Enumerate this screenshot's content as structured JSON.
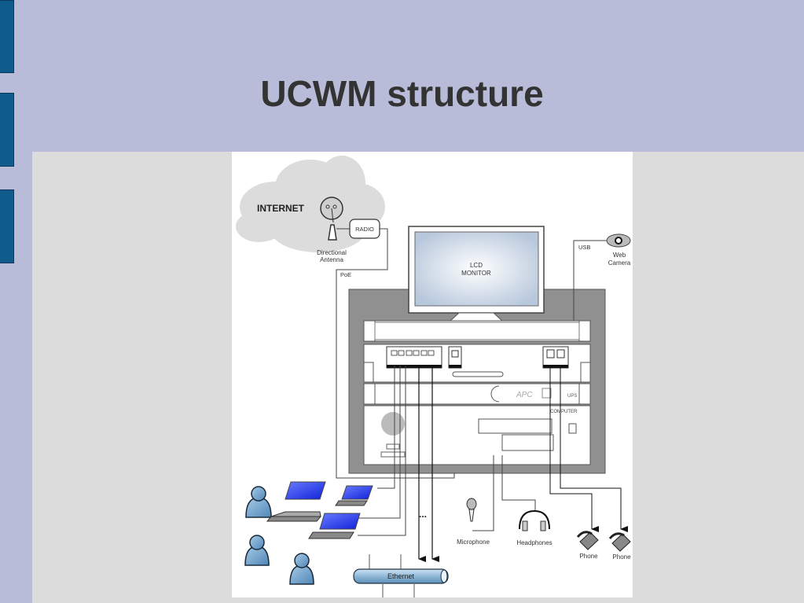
{
  "slide": {
    "title": "UCWM structure",
    "colors": {
      "background": "#b9bcd9",
      "content_area": "#dcdcdc",
      "tab_accent": "#0f5b8c",
      "title_text": "#333333"
    }
  },
  "diagram": {
    "internet_label": "INTERNET",
    "radio_label": "RADIO",
    "antenna_label_1": "Directional",
    "antenna_label_2": "Antenna",
    "poe_label": "PoE",
    "monitor_label_1": "LCD",
    "monitor_label_2": "MONITOR",
    "usb_label": "USB",
    "webcam_label_1": "Web",
    "webcam_label_2": "Camera",
    "ups_brand": "APC",
    "ups_label": "UPS",
    "computer_label": "COMPUTER",
    "ellipsis": "...",
    "microphone_label": "Microphone",
    "headphones_label": "Headphones",
    "phone_label_1": "Phone",
    "phone_label_2": "Phone",
    "ethernet_label": "Ethernet"
  }
}
